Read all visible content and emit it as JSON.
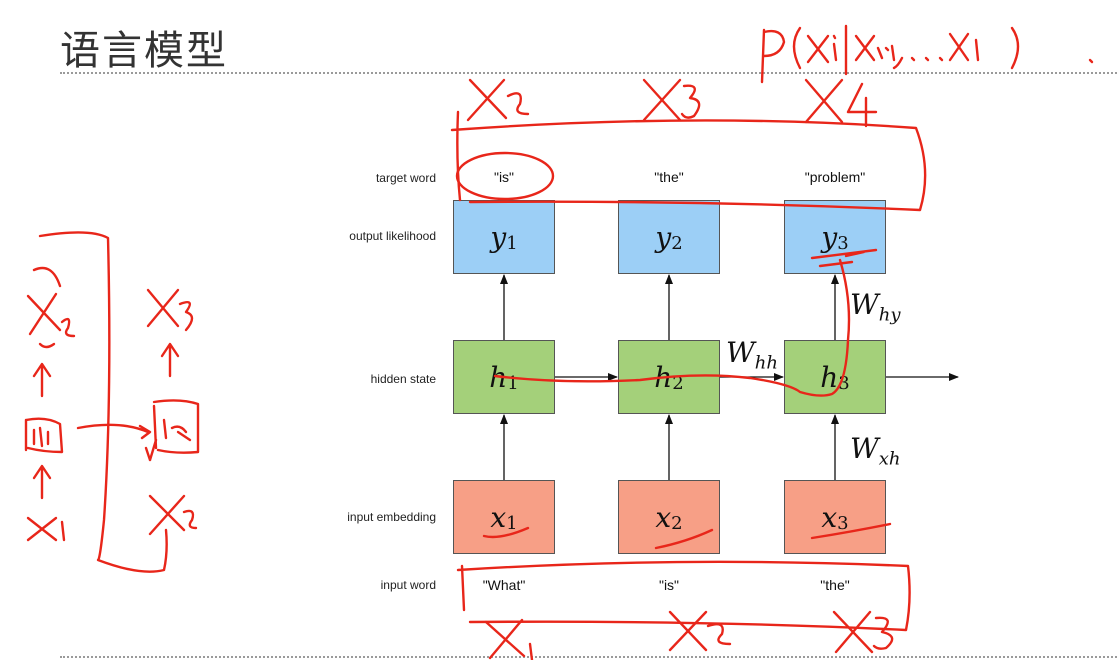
{
  "title": "语言模型",
  "handwriting": {
    "formula": "P(Xi|Xi-1,…X1).",
    "top_targets": [
      "X2",
      "X3",
      "X4"
    ],
    "bottom_inputs": [
      "X1",
      "X2",
      "X3"
    ],
    "left_sketch": {
      "col1": [
        "X2",
        "↑",
        "h1",
        "↑",
        "X1"
      ],
      "col2": [
        "X3",
        "↑",
        "h2",
        "X2"
      ]
    }
  },
  "row_labels": {
    "target": "target word",
    "output": "output likelihood",
    "hidden": "hidden state",
    "embedding": "input embedding",
    "input": "input word"
  },
  "target_words": [
    "\"is\"",
    "\"the\"",
    "\"problem\""
  ],
  "input_words": [
    "\"What\"",
    "\"is\"",
    "\"the\""
  ],
  "output_nodes": [
    {
      "var": "y",
      "sub": "1"
    },
    {
      "var": "y",
      "sub": "2"
    },
    {
      "var": "y",
      "sub": "3"
    }
  ],
  "hidden_nodes": [
    {
      "var": "h",
      "sub": "1"
    },
    {
      "var": "h",
      "sub": "2"
    },
    {
      "var": "h",
      "sub": "3"
    }
  ],
  "embed_nodes": [
    {
      "var": "x",
      "sub": "1"
    },
    {
      "var": "x",
      "sub": "2"
    },
    {
      "var": "x",
      "sub": "3"
    }
  ],
  "weights": {
    "hy": {
      "var": "W",
      "sub": "hy"
    },
    "hh": {
      "var": "W",
      "sub": "hh"
    },
    "xh": {
      "var": "W",
      "sub": "xh"
    }
  },
  "colors": {
    "output": "#9ccff6",
    "hidden": "#a4d07a",
    "embedding": "#f79f86",
    "ink": "#e8261a"
  }
}
